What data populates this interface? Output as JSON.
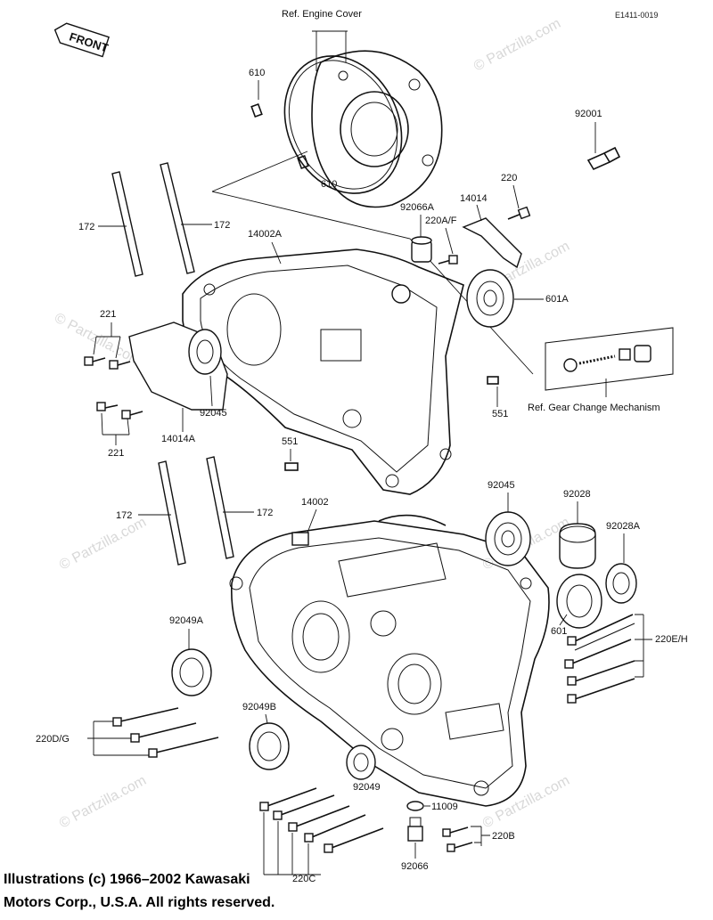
{
  "diagram": {
    "code": "E1411-0019",
    "front_tag": "FRONT",
    "ref_engine_cover": "Ref. Engine Cover",
    "ref_gear_change": "Ref.  Gear Change Mechanism",
    "watermark": "© Partzilla.com",
    "copyright_line1": "Illustrations (c) 1966–2002 Kawasaki",
    "copyright_line2": "Motors Corp., U.S.A.  All rights reserved.",
    "labels": {
      "p610a": "610",
      "p610b": "610",
      "p92001": "92001",
      "p220": "220",
      "p14014": "14014",
      "p92066A": "92066A",
      "p220AF": "220A/F",
      "p172a": "172",
      "p172b": "172",
      "p14002A": "14002A",
      "p601A": "601A",
      "p221a": "221",
      "p221b": "221",
      "p92045a": "92045",
      "p14014A": "14014A",
      "p551a": "551",
      "p551b": "551",
      "p172c": "172",
      "p172d": "172",
      "p14002": "14002",
      "p92045b": "92045",
      "p92028": "92028",
      "p92028A": "92028A",
      "p601": "601",
      "p220EH": "220E/H",
      "p92049A": "92049A",
      "p92049B": "92049B",
      "p220DG": "220D/G",
      "p92049": "92049",
      "p11009": "11009",
      "p220B": "220B",
      "p220C": "220C",
      "p92066": "92066"
    }
  }
}
